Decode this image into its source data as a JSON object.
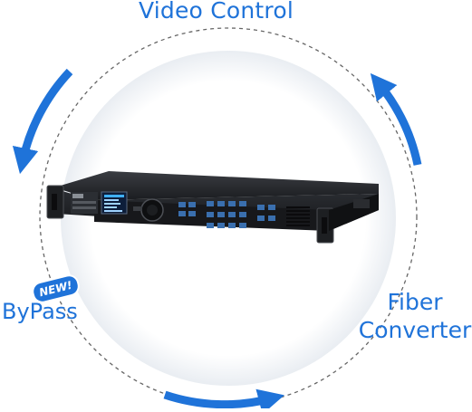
{
  "labels": {
    "top": "Video Control",
    "left": "ByPass",
    "right_line1": "Fiber",
    "right_line2": "Converter",
    "badge": "NEW!"
  },
  "colors": {
    "accent": "#1f73d9",
    "dash": "#666666"
  },
  "icons": [
    "cycle-arrow-icon"
  ]
}
